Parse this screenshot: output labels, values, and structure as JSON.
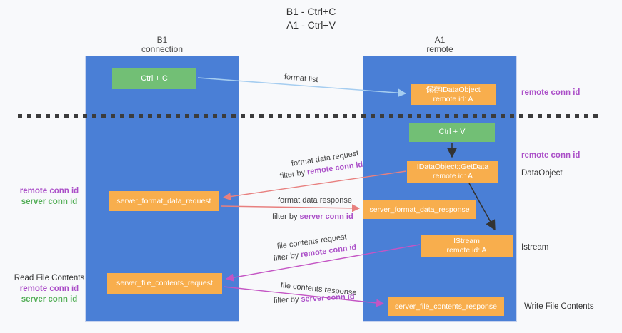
{
  "title": {
    "line1": "B1 - Ctrl+C",
    "line2": "A1 - Ctrl+V"
  },
  "columns": {
    "left": {
      "header_line1": "B1",
      "header_line2": "connection"
    },
    "right": {
      "header_line1": "A1",
      "header_line2": "remote"
    }
  },
  "nodes": {
    "ctrl_c": "Ctrl + C",
    "ctrl_v": "Ctrl + V",
    "save_idataobject": {
      "line1": "保存IDataObject",
      "line2": "remote id: A"
    },
    "getdata": {
      "line1": "IDataObject::GetData",
      "line2": "remote id: A"
    },
    "istream": {
      "line1": "IStream",
      "line2": "remote id: A"
    },
    "server_format_data_request": "server_format_data_request",
    "server_format_data_response": "server_format_data_response",
    "server_file_contents_request": "server_file_contents_request",
    "server_file_contents_response": "server_file_contents_response"
  },
  "side_labels": {
    "right_remote_conn_id_top": "remote conn id",
    "right_remote_conn_id_mid": "remote conn id",
    "dataobject": "DataObject",
    "istream": "Istream",
    "write_file_contents": "Write File Contents",
    "left_remote_conn_id_top": "remote conn id",
    "left_server_conn_id_top": "server conn id",
    "read_file_contents": "Read File Contents",
    "left_remote_conn_id_bottom": "remote conn id",
    "left_server_conn_id_bottom": "server conn id"
  },
  "arrow_labels": {
    "format_list": "format list",
    "format_data_request": "format data request",
    "format_data_response": "format data response",
    "file_contents_request": "file contents request",
    "file_contents_response": "file contents response",
    "filter_by": "filter by",
    "remote_conn_id": "remote conn id",
    "server_conn_id": "server conn id"
  },
  "colors": {
    "column_blue": "#4a7fd6",
    "box_orange": "#f8ae4d",
    "box_green": "#72bf75",
    "arrow_salmon": "#e8807f",
    "arrow_magenta": "#c455c4",
    "arrow_lightblue": "#a5cdf0",
    "arrow_black": "#333333",
    "label_purple": "#ab4fc8",
    "label_green": "#53ae57"
  }
}
